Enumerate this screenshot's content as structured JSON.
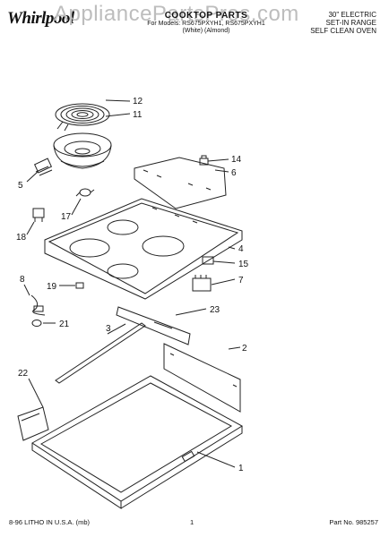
{
  "header": {
    "brand_logo": "Whirlpool",
    "watermark": "AppliancePartsPros.com",
    "title": "COOKTOP PARTS",
    "subtitle_line1": "For Models: RS675PXYH1, RS675PXYH1",
    "subtitle_line2": "(White)          (Almond)",
    "right_line1": "30\" ELECTRIC",
    "right_line2": "SET-IN RANGE",
    "right_line3": "SELF CLEAN OVEN"
  },
  "callouts": [
    "1",
    "2",
    "3",
    "4",
    "5",
    "6",
    "7",
    "8",
    "11",
    "12",
    "14",
    "15",
    "17",
    "18",
    "19",
    "21",
    "22",
    "23"
  ],
  "footer": {
    "litho": "8-96 LITHO IN U.S.A. (mb)",
    "page": "1",
    "part_no": "Part No. 985257"
  }
}
